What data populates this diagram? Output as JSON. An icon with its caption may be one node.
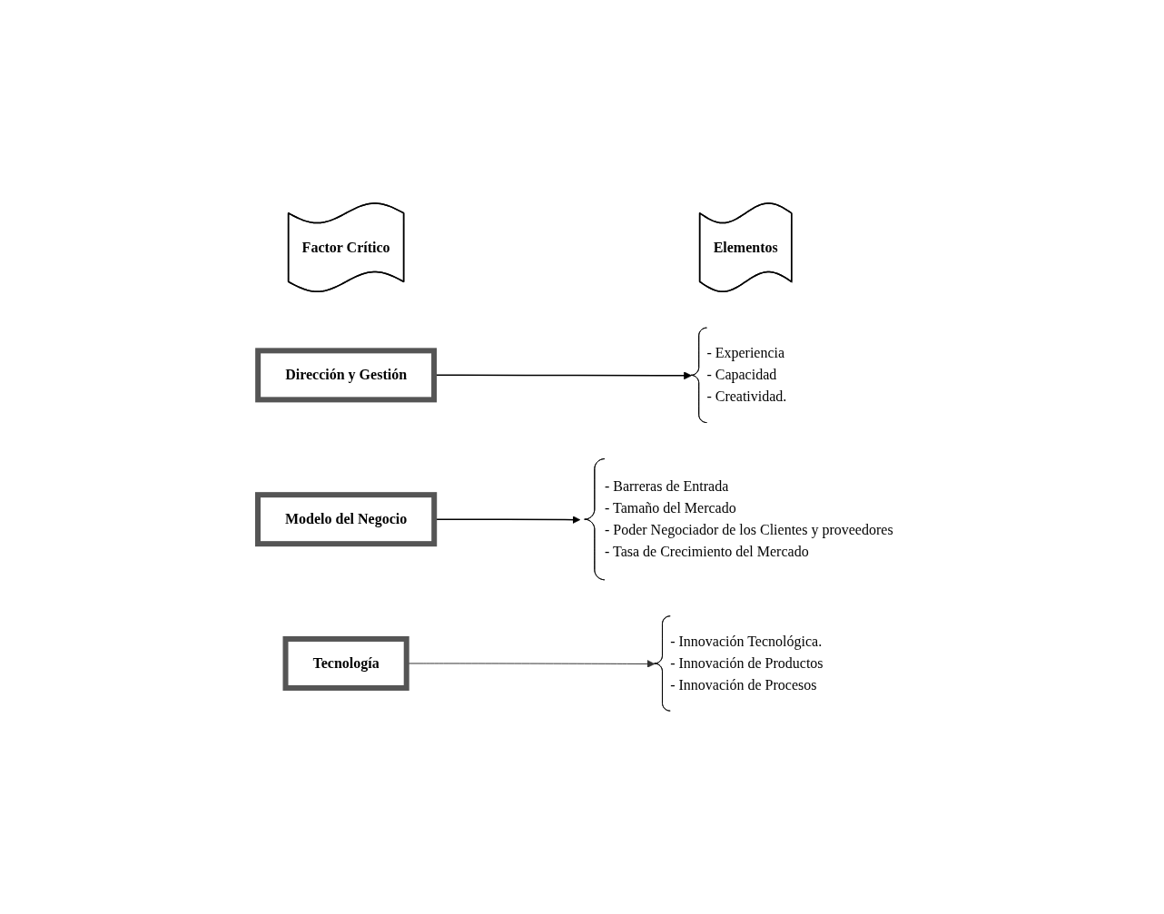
{
  "diagram": {
    "nodes": [
      {
        "text": [
          "Factor Crítico"
        ]
      },
      {
        "text": [
          "Elementos"
        ]
      },
      {
        "text": [
          "Dirección y Gestión"
        ]
      },
      {
        "text": [
          "- Experiencia",
          "- Capacidad",
          "- Creatividad."
        ]
      },
      {
        "text": [
          "Modelo del Negocio"
        ]
      },
      {
        "text": [
          "- Barreras de Entrada",
          "- Tamaño del Mercado",
          "- Poder Negociador de los Clientes y proveedores",
          "- Tasa de Crecimiento del Mercado"
        ]
      },
      {
        "text": [
          "Tecnología"
        ]
      },
      {
        "text": [
          "- Innovación Tecnológica.",
          "- Innovación de Productos",
          "- Innovación de Procesos"
        ]
      }
    ],
    "edges": [
      {
        "from": 2,
        "to": 3,
        "arrow": "to"
      },
      {
        "from": 4,
        "to": 5,
        "arrow": "to"
      },
      {
        "from": 6,
        "to": 7,
        "arrow": "to"
      }
    ]
  }
}
